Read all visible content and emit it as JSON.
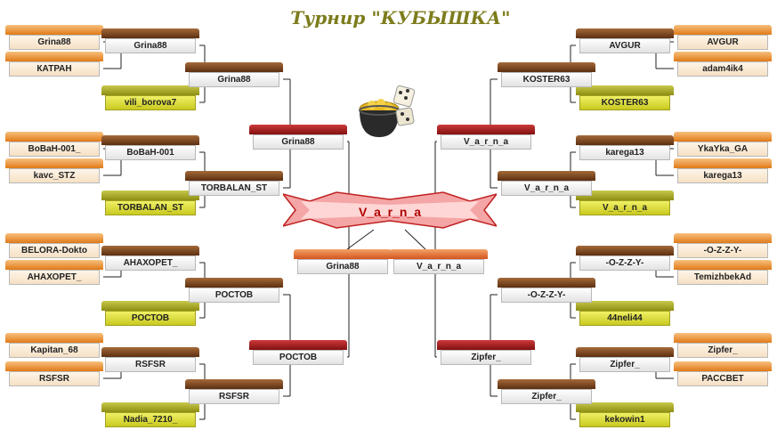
{
  "title": "Турнир \"КУБЫШКА\"",
  "champion": "V_a_r_n_a",
  "icons": {
    "trophy": "pot-of-gold-with-dice-icon"
  },
  "colors": {
    "title": "#7c7c1c",
    "champion_text": "#b00000",
    "winner_face": "#e0e03a",
    "final_top": "#a01818"
  },
  "bracket": {
    "left": {
      "round1": [
        "Grina88",
        "КАТРАН",
        "BoBaH-001_",
        "kavc_STZ",
        "BELORA-Dokto",
        "АНАХОРЕТ_",
        "Kapitan_68",
        "RSFSR"
      ],
      "round2": [
        "Grina88",
        "vili_borova7",
        "BoBaH-001",
        "TORBALAN_ST",
        "АНАХОРЕТ_",
        "РОСТОВ",
        "RSFSR",
        "Nadia_7210_"
      ],
      "round3": [
        "Grina88",
        "TORBALAN_ST",
        "РОСТОВ",
        "RSFSR"
      ],
      "round4": [
        "Grina88",
        "РОСТОВ"
      ],
      "final": "Grina88"
    },
    "right": {
      "round1": [
        "AVGUR",
        "adam4ik4",
        "YkaYka_GA",
        "karega13",
        "-O-Z-Z-Y-",
        "TemizhbekAd",
        "Zipfer_",
        "РАССВЕТ"
      ],
      "round2": [
        "AVGUR",
        "KOSTER63",
        "karega13",
        "V_a_r_n_a",
        "-O-Z-Z-Y-",
        "44neli44",
        "Zipfer_",
        "kekowin1"
      ],
      "round3": [
        "KOSTER63",
        "V_a_r_n_a",
        "-O-Z-Z-Y-",
        "Zipfer_"
      ],
      "round4": [
        "V_a_r_n_a",
        "Zipfer_"
      ],
      "final": "V_a_r_n_a"
    }
  }
}
